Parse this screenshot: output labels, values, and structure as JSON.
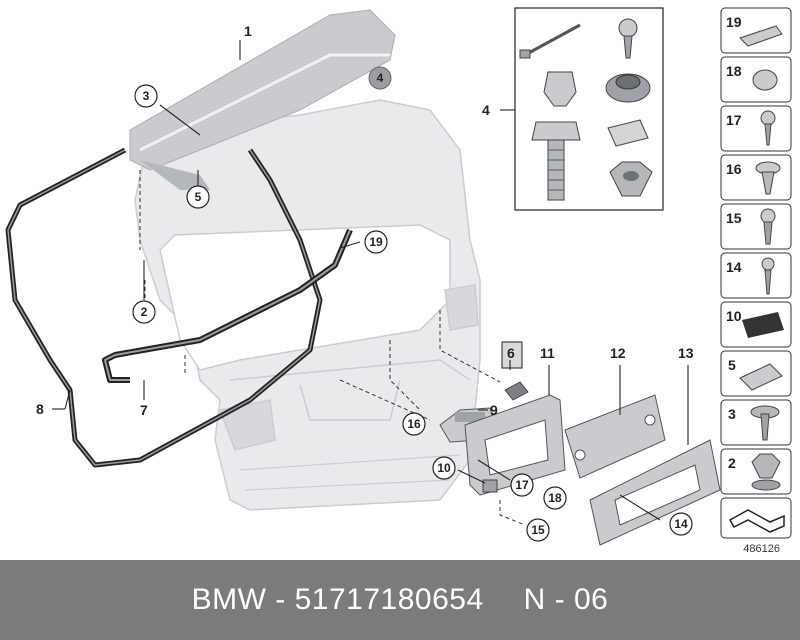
{
  "diagram": {
    "labels": {
      "p1": "1",
      "p2": "2",
      "p3": "3",
      "p4_circle": "4",
      "p4_box": "4",
      "p5": "5",
      "p6": "6",
      "p7": "7",
      "p8": "8",
      "p9": "9",
      "p10": "10",
      "p11": "11",
      "p12": "12",
      "p13": "13",
      "p14": "14",
      "p15": "15",
      "p16": "16",
      "p17": "17",
      "p18": "18",
      "p19": "19"
    },
    "sidebar": [
      "19",
      "18",
      "17",
      "16",
      "15",
      "14",
      "10",
      "5",
      "3",
      "2"
    ],
    "image_number": "486126"
  },
  "footer": {
    "brand": "BMW - 51717180654",
    "code": "N - 06"
  },
  "colors": {
    "footer_bg": "#7b7b7b",
    "highlight": "#d9d9d9",
    "panel": "#e9eaec"
  }
}
